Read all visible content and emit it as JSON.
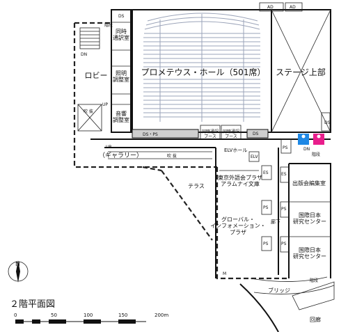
{
  "plan": {
    "title": "２階平面図",
    "rooms": {
      "hall": "プロメテウス・ホール（501席）",
      "stage": "ステージ上部",
      "lobby": "ロビー",
      "interpreter": "同時\n通訳室",
      "lighting": "照明\n調整室",
      "sound": "音響\n調整室",
      "gallery": "（ギャラリー）",
      "terrace": "テラス",
      "plaza": "東京外語会プラザ\nアラムナイ文庫",
      "global_plaza": "グローバル・\nインフォメーション・\nプラザ",
      "publishing": "出版会編集室",
      "research1": "国際日本\n研究センター",
      "research2": "国際日本\n研究センター",
      "elv_hall": "ELVホール",
      "elv": "ELV",
      "corridor": "廊下",
      "bridge": "ブリッジ",
      "covered_walk": "回廊",
      "booth1": "同時通訳\nブース",
      "booth2": "同時通訳\nブース"
    },
    "small_labels": {
      "ad": "AD",
      "ds": "DS",
      "ps": "PS",
      "es": "ES",
      "dn": "DN",
      "up": "UP",
      "stairs": "階段",
      "void": "吹 抜",
      "ds_ps": "DS・PS",
      "m": "M"
    },
    "compass": "N",
    "scale": {
      "ticks": [
        "0",
        "50",
        "100",
        "150",
        "200m"
      ]
    }
  }
}
